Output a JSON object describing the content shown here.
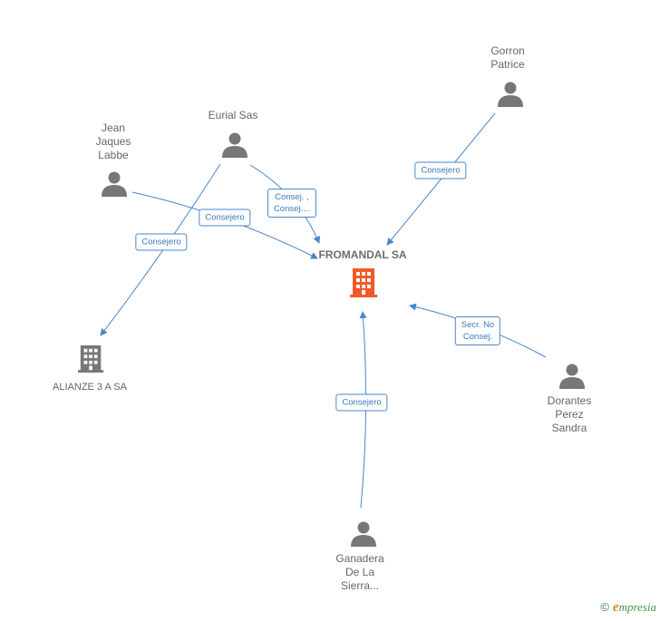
{
  "center": {
    "name": "FROMANDAL SA",
    "color": "#f05a28"
  },
  "nodes": {
    "gorron": {
      "name": "Gorron\nPatrice"
    },
    "eurial": {
      "name": "Eurial Sas"
    },
    "jean": {
      "name": "Jean\nJaques\nLabbe"
    },
    "alianze": {
      "name": "ALIANZE 3 A SA"
    },
    "dorantes": {
      "name": "Dorantes\nPerez\nSandra"
    },
    "ganadera": {
      "name": "Ganadera\nDe La\nSierra..."
    }
  },
  "edges": {
    "gorron": {
      "label": "Consejero"
    },
    "eurial_center": {
      "label": "Consej. ,\nConsej...."
    },
    "jean": {
      "label": "Consejero"
    },
    "eurial_alianze": {
      "label": "Consejero"
    },
    "dorantes": {
      "label": "Secr.  No\nConsej."
    },
    "ganadera": {
      "label": "Consejero"
    }
  },
  "colors": {
    "edge": "#4a86c8",
    "person": "#777777",
    "company": "#777777"
  },
  "footer": {
    "symbol": "©",
    "brand_initial": "e",
    "brand_rest": "mpresia"
  }
}
